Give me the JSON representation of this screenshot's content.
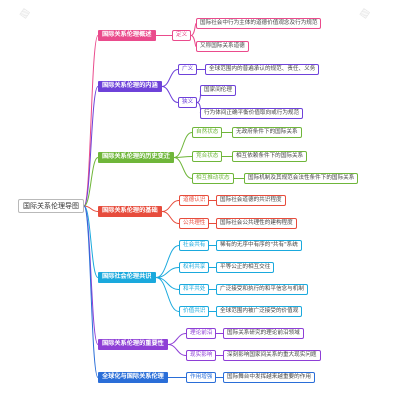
{
  "root": {
    "label": "国际关系伦理导图"
  },
  "branches": [
    {
      "label": "国际关系伦理概述",
      "color": "#ea4b8c",
      "children": [
        {
          "label": "定义",
          "children": [
            {
              "label": "国际社会中行为主体的道德价值观念及行为规范"
            },
            {
              "label": "又称国际关系道德"
            }
          ]
        }
      ]
    },
    {
      "label": "国际关系伦理的内涵",
      "color": "#6e42d9",
      "children": [
        {
          "label": "广义",
          "children": [
            {
              "label": "全球范围内的普遍承认的规范、责任、义务"
            }
          ]
        },
        {
          "label": "狭义",
          "children": [
            {
              "label": "国家间伦理"
            },
            {
              "label": "行为体间正确平衡价值取向或行为规范"
            }
          ]
        }
      ]
    },
    {
      "label": "国际关系伦理的历史变迁",
      "color": "#6fb63a",
      "children": [
        {
          "label": "自然状态",
          "children": [
            {
              "label": "无政府条件下的国际关系"
            }
          ]
        },
        {
          "label": "竞合状态",
          "children": [
            {
              "label": "相互依赖条件下的国际关系"
            }
          ]
        },
        {
          "label": "相互推动状态",
          "children": [
            {
              "label": "国际机制及其规范会法性条件下的国际关系"
            }
          ]
        }
      ]
    },
    {
      "label": "国际关系伦理的基础",
      "color": "#e74c3c",
      "children": [
        {
          "label": "道德认识",
          "children": [
            {
              "label": "国际社会道德的共识程度"
            }
          ]
        },
        {
          "label": "公共理性",
          "children": [
            {
              "label": "国际社会公共理性的建构程度"
            }
          ]
        }
      ]
    },
    {
      "label": "国际社会伦理共识",
      "color": "#1aa9dd",
      "children": [
        {
          "label": "社会共有",
          "children": [
            {
              "label": "稀有的无序中有序的\"共有\"系统"
            }
          ]
        },
        {
          "label": "权利共享",
          "children": [
            {
              "label": "平等公正的相互交往"
            }
          ]
        },
        {
          "label": "和平共处",
          "children": [
            {
              "label": "广泛接受和执行的和平信念与机制"
            }
          ]
        },
        {
          "label": "价值共识",
          "children": [
            {
              "label": "全球范围内被广泛接受的价值观"
            }
          ]
        }
      ]
    },
    {
      "label": "国际关系伦理的重要性",
      "color": "#8e3fd6",
      "children": [
        {
          "label": "理论前沿",
          "children": [
            {
              "label": "国际关系研究的理论前沿领域"
            }
          ]
        },
        {
          "label": "现实影响",
          "children": [
            {
              "label": "深刻影响国家间关系的重大现实问题"
            }
          ]
        }
      ]
    },
    {
      "label": "全球化与国际关系伦理",
      "color": "#2a6ed8",
      "children": [
        {
          "label": "作用增强",
          "children": [
            {
              "label": "国际舞台中发挥越来越重要的作用"
            }
          ]
        }
      ]
    }
  ]
}
